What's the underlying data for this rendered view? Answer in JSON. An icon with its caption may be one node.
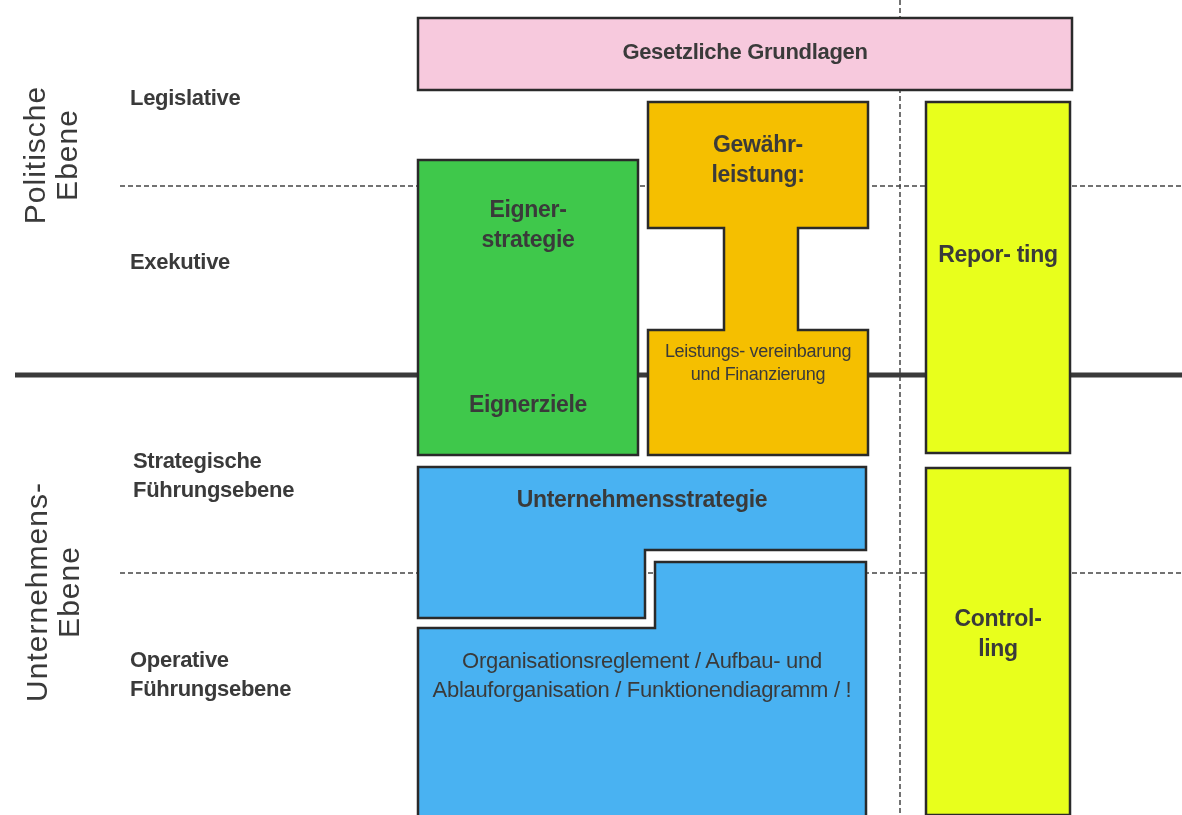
{
  "diagram": {
    "nodes": [
      {
        "text": [
          "Gesetzliche Grundlagen"
        ]
      },
      {
        "text": [
          "Eigner- strategie",
          "Eignerziele"
        ]
      },
      {
        "text": [
          "Gewähr- leistung:",
          "Leistungs- vereinbarung und Finanzierung"
        ]
      },
      {
        "text": [
          "Repor- ting"
        ]
      },
      {
        "text": [
          "Unternehmensstrategie"
        ]
      },
      {
        "text": [
          "Organisationsreglement / Aufbau- und Ablauforganisation / Funktionendiagramm / !"
        ]
      },
      {
        "text": [
          "Control- ling"
        ]
      }
    ],
    "labels": [
      "Politische Ebene",
      "Legislative",
      "Exekutive",
      "Unternehmens- Ebene",
      "Strategische Führungsebene",
      "Operative Führungsebene"
    ]
  }
}
